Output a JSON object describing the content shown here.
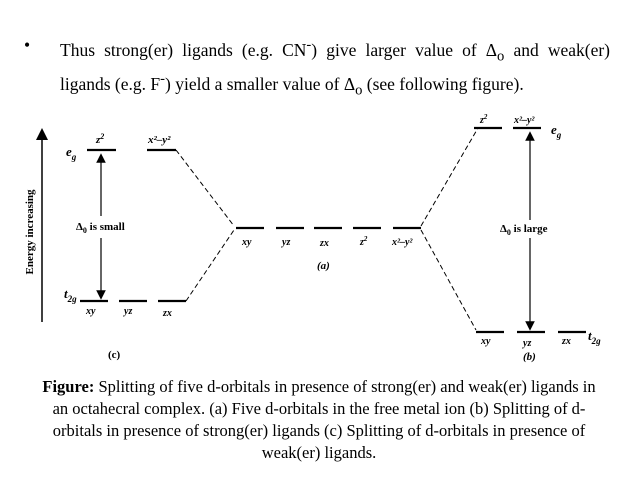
{
  "bullet": {
    "symbol": "•",
    "p1": "Thus strong(er) ligands (e.g. CN",
    "sup1": "-",
    "p2": ") give larger value of Δ",
    "sub1": "o",
    "p3": " and weak(er) ligands (e.g. F",
    "sup2": "-",
    "p4": ") yield a smaller value of Δ",
    "sub2": "o",
    "p5": " (see following figure)."
  },
  "diagram": {
    "energy_axis_label": "Energy increasing",
    "weak": {
      "eg": "e",
      "eg_sub": "g",
      "t2g": "t",
      "t2g_sub": "2g",
      "z2": "z",
      "z2_sup": "2",
      "x2y2": "x²–y²",
      "xy": "xy",
      "yz": "yz",
      "zx": "zx",
      "delta": "Δ",
      "delta_sub": "0",
      "delta_text": " is small",
      "panel": "(c)"
    },
    "free": {
      "xy": "xy",
      "yz": "yz",
      "zx": "zx",
      "z2": "z",
      "z2_sup": "2",
      "x2y2": "x²–y²",
      "panel": "(a)"
    },
    "strong": {
      "eg": "e",
      "eg_sub": "g",
      "t2g": "t",
      "t2g_sub": "2g",
      "z2": "z",
      "z2_sup": "2",
      "x2y2": "x²–y²",
      "xy": "xy",
      "yz": "yz",
      "zx": "zx",
      "delta": "Δ",
      "delta_sub": "0",
      "delta_text": " is large",
      "panel": "(b)"
    }
  },
  "caption": {
    "label": "Figure:",
    "text": " Splitting of five d-orbitals in presence of strong(er) and weak(er) ligands in an octahecral complex. (a) Five d-orbitals in the free metal ion (b) Splitting of d-orbitals in presence of strong(er) ligands (c) Splitting of d-orbitals in presence of weak(er) ligands."
  }
}
